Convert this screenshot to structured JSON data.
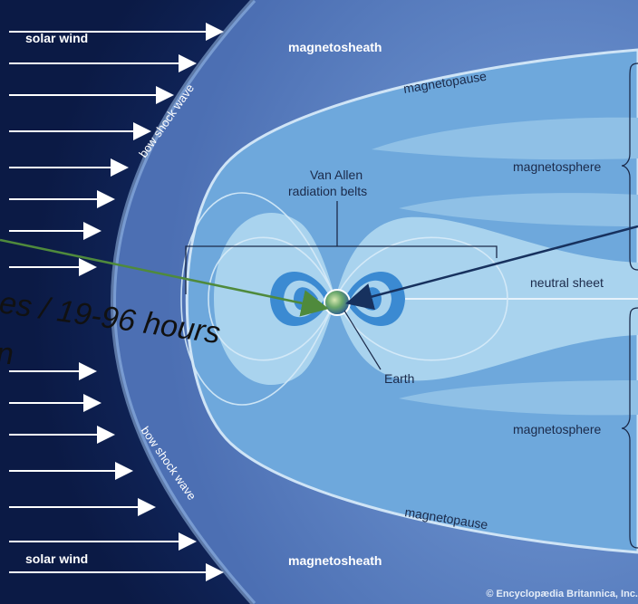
{
  "labels": {
    "solar_wind_top": "solar wind",
    "solar_wind_bottom": "solar wind",
    "magnetosheath_top": "magnetosheath",
    "magnetosheath_bottom": "magnetosheath",
    "magnetopause_top": "magnetopause",
    "magnetopause_bottom": "magnetopause",
    "bow_shock_top": "bow shock wave",
    "bow_shock_bottom": "bow shock wave",
    "van_allen_line1": "Van Allen",
    "van_allen_line2": "radiation belts",
    "magnetosphere_top": "magnetosphere",
    "magnetosphere_bottom": "magnetosphere",
    "neutral_sheet": "neutral sheet",
    "earth": "Earth"
  },
  "overlay": {
    "text": "es / 19-96 hours",
    "fragment": "n"
  },
  "copyright": "© Encyclopædia Britannica, Inc.",
  "colors": {
    "space": "#0d1f4f",
    "sheath": "#5d7fbf",
    "magnetosphere": "#6ea8dc",
    "inner_light": "#a9d3ee",
    "belts": "#3b8ad2",
    "arrow_green": "#4f8a3c",
    "arrow_navy": "#17315e"
  }
}
